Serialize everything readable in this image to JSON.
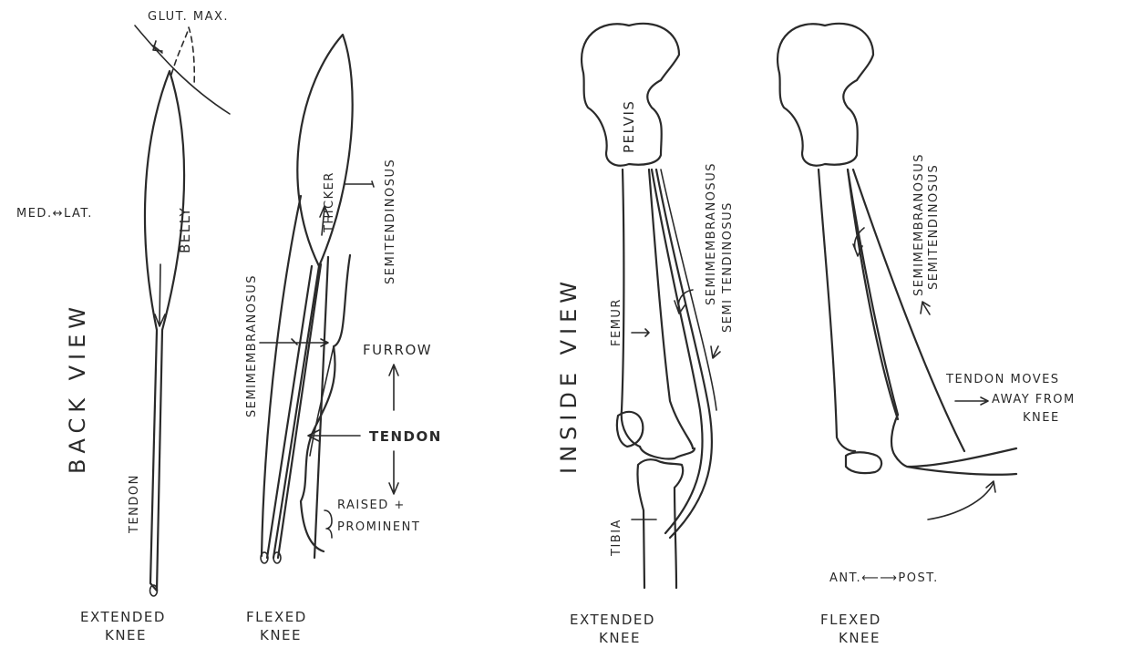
{
  "labels": {
    "glut_max": "GLUT. MAX.",
    "med_lat": "MED.↔LAT.",
    "back_view": "BACK VIEW",
    "belly": "BELLY",
    "tendon_vertical": "TENDON",
    "thicker": "THICKER",
    "semimembranosus": "SEMIMEMBRANOSUS",
    "semitendinosus": "SEMITENDINOSUS",
    "furrow": "FURROW",
    "tendon_bold": "TENDON",
    "raised_prominent_1": "RAISED +",
    "raised_prominent_2": "PROMINENT",
    "inside_view": "INSIDE VIEW",
    "pelvis": "PELVIS",
    "femur": "FEMUR",
    "tibia": "TIBIA",
    "inside_semimembranosus": "SEMIMEMBRANOSUS",
    "inside_semitendinosus": "SEMI TENDINOSUS",
    "flexed_semimembranosus": "SEMIMEMBRANOSUS",
    "flexed_semitendinosus": "SEMITENDINOSUS",
    "tendon_moves_1": "TENDON MOVES",
    "tendon_moves_2": "AWAY FROM",
    "tendon_moves_3": "KNEE",
    "ant_post": "ANT.⟵⟶POST.",
    "captions": [
      {
        "line1": "EXTENDED",
        "line2": "KNEE"
      },
      {
        "line1": "FLEXED",
        "line2": "KNEE"
      },
      {
        "line1": "EXTENDED",
        "line2": "KNEE"
      },
      {
        "line1": "FLEXED",
        "line2": "KNEE"
      }
    ]
  }
}
